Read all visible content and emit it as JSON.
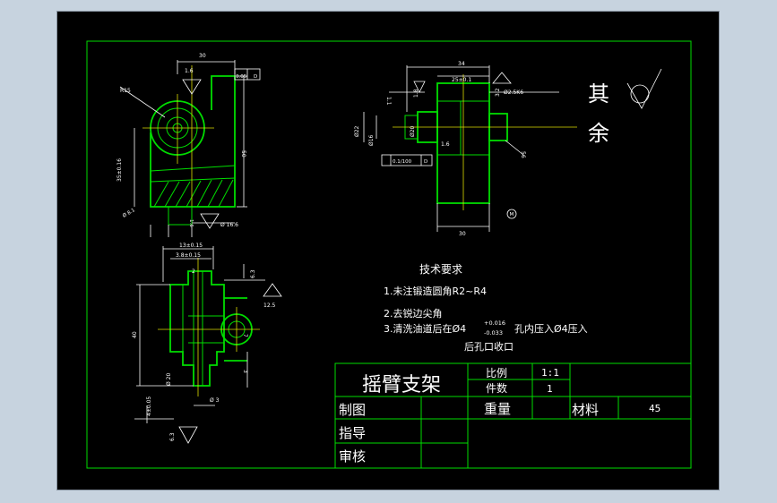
{
  "colors": {
    "background": "#000000",
    "frame": "#00dd00",
    "text": "#ffffff",
    "centerline": "#dddd00",
    "hatch": "#00dd00",
    "window": "#c7d3df"
  },
  "dims": {
    "top_width": "30",
    "tol_frame": "0.05",
    "tol_datum": "D",
    "surf_1": "1.6",
    "r15": "R15",
    "h50": "50",
    "h35": "35±0.16",
    "d81": "Ø 8.1",
    "surf_2": "1.6",
    "d16": "Ø 16.6",
    "w13": "13±0.15",
    "w38": "3.8±0.15",
    "a2": "2",
    "h40": "40",
    "d20": "Ø 20",
    "d3": "Ø 3",
    "s7": "7",
    "s3": "3",
    "f6": "4±0.05",
    "surf_3": "6.3",
    "surf_4": "12.5",
    "rough_l": "6.3",
    "w34": "34",
    "w25": "25±0.1",
    "r3": "3.2",
    "s11": "1.1",
    "s18": "1.8",
    "d16b": "Ø16",
    "d22": "Ø22",
    "frame2": "0.1/100",
    "frame2_datum": "D",
    "callout": "Ø2.5K6",
    "s16": "1.6",
    "b30": "30",
    "s56": "56",
    "d20b": "Ø20",
    "circle_m": "M"
  },
  "requirements": {
    "title": "技术要求",
    "line1": "1.未注锻造圆角R2~R4",
    "line2": "2.去锐边尖角",
    "line3_a": "3.清洗油道后在Ø4",
    "tol_up": "+0.016",
    "tol_dn": "-0.033",
    "line3_b": "孔内压入Ø4压入",
    "line4": "后孔口收口"
  },
  "remaining_finish": {
    "label1": "其",
    "label2": "余"
  },
  "title_block": {
    "part_name": "摇臂支架",
    "scale_label": "比例",
    "scale_value": "1:1",
    "count_label": "件数",
    "count_value": "1",
    "weight_label": "重量",
    "material_label": "材料",
    "material_value": "45",
    "drawn_label": "制图",
    "guide_label": "指导",
    "review_label": "审核"
  }
}
